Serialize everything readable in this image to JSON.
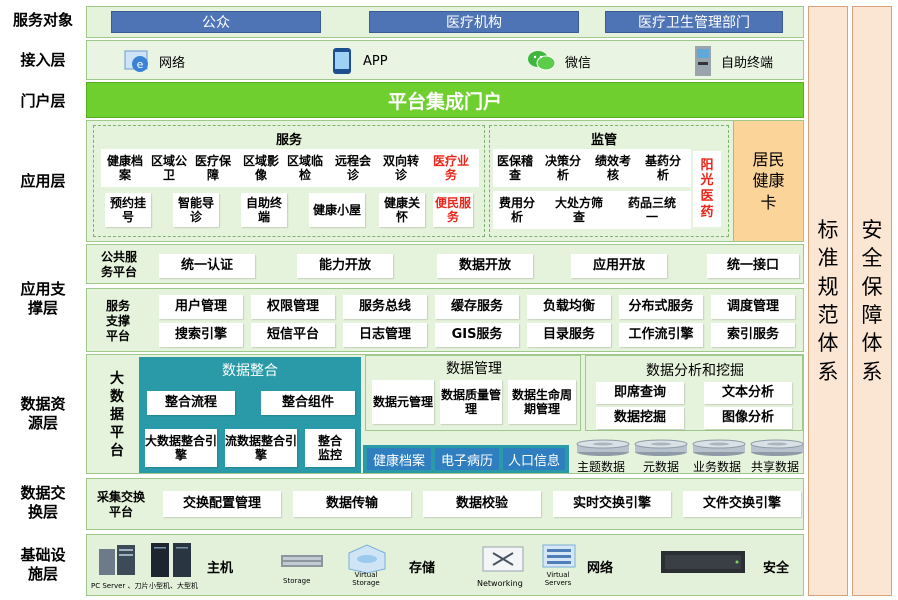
{
  "row_labels": {
    "service_target": "服务对象",
    "access": "接入层",
    "portal": "门户层",
    "application": "应用层",
    "app_support": "应用支撑层",
    "data_resource": "数据资源层",
    "data_exchange": "数据交换层",
    "infrastructure": "基础设施层"
  },
  "service_targets": [
    "公众",
    "医疗机构",
    "医疗卫生管理部门"
  ],
  "access_channels": [
    "网络",
    "APP",
    "微信",
    "自助终端"
  ],
  "portal_title": "平台集成门户",
  "application": {
    "service_title": "服务",
    "service_row1": [
      "健康档案",
      "区域公卫",
      "医疗保障",
      "区域影像",
      "区域临检",
      "远程会诊",
      "双向转诊",
      "医疗业务"
    ],
    "service_row2": [
      "预约挂号",
      "智能导诊",
      "自助终端",
      "健康小屋",
      "健康关怀",
      "便民服务"
    ],
    "supervision_title": "监管",
    "supervision_row1": [
      "医保稽查",
      "决策分析",
      "绩效考核",
      "基药分析"
    ],
    "supervision_row2": [
      "费用分析",
      "大处方筛查",
      "药品三统一"
    ],
    "sunshine_drug": "阳光医药",
    "resident_card": "居民健康卡"
  },
  "public_platform": {
    "label": "公共服务平台",
    "items": [
      "统一认证",
      "能力开放",
      "数据开放",
      "应用开放",
      "统一接口"
    ]
  },
  "support_platform": {
    "label": "服务支撑平台",
    "row1": [
      "用户管理",
      "权限管理",
      "服务总线",
      "缓存服务",
      "负载均衡",
      "分布式服务",
      "调度管理"
    ],
    "row2": [
      "搜索引擎",
      "短信平台",
      "日志管理",
      "GIS服务",
      "目录服务",
      "工作流引擎",
      "索引服务"
    ]
  },
  "bigdata_label": "大数据平台",
  "data_integration": {
    "title": "数据整合",
    "items": [
      "整合流程",
      "整合组件",
      "大数据整合引擎",
      "流数据整合引擎",
      "整合监控"
    ]
  },
  "data_management": {
    "title": "数据管理",
    "items": [
      "数据元管理",
      "数据质量管理",
      "数据生命周期管理"
    ]
  },
  "data_analysis": {
    "title": "数据分析和挖掘",
    "items": [
      "即席查询",
      "文本分析",
      "数据挖掘",
      "图像分析"
    ]
  },
  "data_records": [
    "健康档案",
    "电子病历",
    "人口信息"
  ],
  "databases": [
    "主题数据",
    "元数据",
    "业务数据",
    "共享数据"
  ],
  "exchange": {
    "label": "采集交换平台",
    "items": [
      "交换配置管理",
      "数据传输",
      "数据校验",
      "实时交换引擎",
      "文件交换引擎"
    ]
  },
  "infrastructure": {
    "host_label": "主机",
    "host_captions": [
      "PC Server 、刀片",
      "小型机、大型机"
    ],
    "storage_label": "存储",
    "storage_captions": [
      "Storage",
      "Virtual Storage"
    ],
    "network_label": "网络",
    "network_captions": [
      "Networking",
      "Virtual Servers"
    ],
    "security_label": "安全"
  },
  "side_panels": [
    "标准规范体系",
    "安全保障体系"
  ],
  "colors": {
    "band_green": "#e6f3dc",
    "portal_green": "#6fcf2f",
    "blue_box": "#4f74b6",
    "teal": "#2a9aa8",
    "side_panel": "#fbe6d4",
    "card_orange": "#fbd49a",
    "red_text": "#e8261b"
  }
}
